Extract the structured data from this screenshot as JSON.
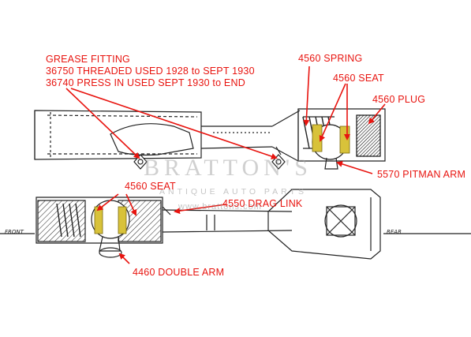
{
  "labels": {
    "grease_fitting": "GREASE  FITTING",
    "threaded": "36750  THREADED  USED  1928 to SEPT 1930",
    "press_in": "36740  PRESS  IN  USED SEPT 1930 to END",
    "spring": "4560  SPRING",
    "seat_upper": "4560  SEAT",
    "plug": "4560  PLUG",
    "pitman_arm": "5570 PITMAN  ARM",
    "seat_lower": "4560  SEAT",
    "drag_link": "4550 DRAG  LINK",
    "double_arm": "4460 DOUBLE  ARM",
    "front": "FRONT",
    "rear": "REAR"
  },
  "watermark": {
    "name": "BRATTON'S",
    "tagline": "ANTIQUE AUTO PARTS",
    "url": "www.brattons.com"
  },
  "colors": {
    "label": "#e8140f",
    "seat_highlight": "#d8c23a",
    "line_art": "#222222",
    "hatch": "#333333"
  }
}
